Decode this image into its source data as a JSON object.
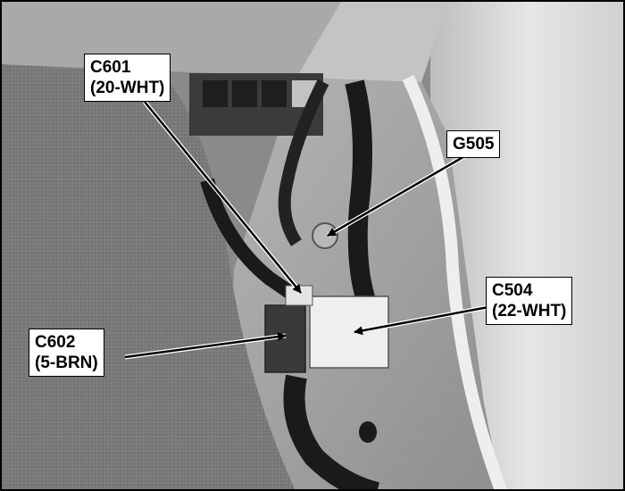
{
  "callouts": {
    "c601": {
      "code": "C601",
      "detail": "(20-WHT)"
    },
    "g505": {
      "code": "G505"
    },
    "c504": {
      "code": "C504",
      "detail": "(22-WHT)"
    },
    "c602": {
      "code": "C602",
      "detail": "(5-BRN)"
    }
  },
  "colors": {
    "carpet": "#7d7d7d",
    "panel": "#c9c9c9",
    "wall": "#d8d8d8",
    "harness": "#1a1a1a",
    "connector_white": "#efefef",
    "connector_dark": "#3a3a3a"
  }
}
